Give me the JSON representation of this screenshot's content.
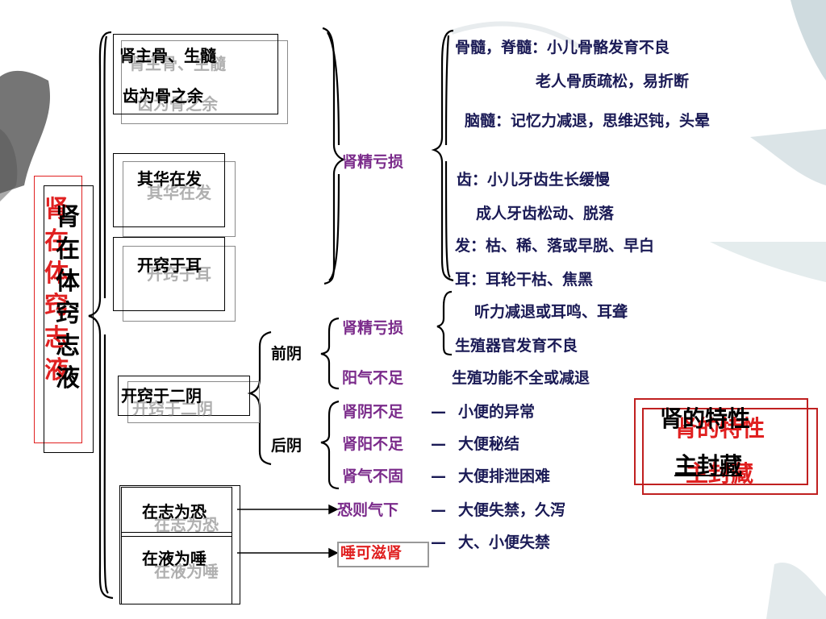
{
  "root_title": "肾在体窍志液",
  "properties": {
    "title": "肾的特性",
    "subtitle": "主封藏"
  },
  "level1": {
    "bone": {
      "line1": "肾主骨、生髓",
      "line2": "齿为骨之余"
    },
    "hair": "其华在发",
    "ear": "开窍于耳",
    "yin": "开窍于二阴",
    "fear": "在志为恐",
    "saliva": "在液为唾"
  },
  "jing_kuisun": "肾精亏损",
  "bone_symptoms": [
    "骨髓，脊髓：小儿骨骼发育不良",
    "老人骨质疏松，易折断",
    "脑髓：记忆力减退，思维迟钝，头晕",
    "齿：小儿牙齿生长缓慢",
    "成人牙齿松动、脱落",
    "发：枯、稀、落或早脱、早白",
    "耳：耳轮干枯、焦黑",
    "听力减退或耳鸣、耳聋"
  ],
  "qianyin": {
    "label": "前阴",
    "rows": [
      {
        "cause": "肾精亏损",
        "effect": "生殖器官发育不良"
      },
      {
        "cause": "阳气不足",
        "effect": "生殖功能不全或减退"
      }
    ]
  },
  "houyin": {
    "label": "后阴",
    "rows": [
      {
        "cause": "肾阴不足",
        "effect": "小便的异常"
      },
      {
        "cause": "肾阳不足",
        "effect": "大便秘结"
      },
      {
        "cause": "肾气不固",
        "effect": "大便排泄困难"
      }
    ]
  },
  "fear_row": {
    "cause": "恐则气下",
    "effect": "大便失禁，久泻"
  },
  "saliva_row": {
    "cause": "唾可滋肾",
    "effect": "大、小便失禁"
  },
  "dash": "—"
}
